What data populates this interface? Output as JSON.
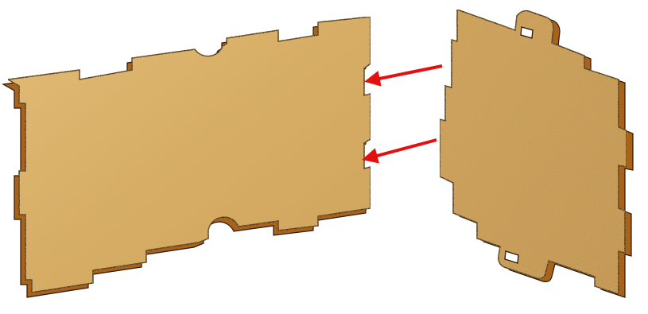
{
  "scene": {
    "background": "#ffffff",
    "panels": [
      {
        "name": "left-panel",
        "description_icon": "slotted-mdf-board",
        "notches": [
          "top",
          "top-semicircle-cutout",
          "bottom",
          "bottom-semicircle-cutout",
          "right-edge-slots"
        ]
      },
      {
        "name": "right-panel",
        "description_icon": "tabbed-mdf-board",
        "tabs": [
          "top-tab-with-slot",
          "bottom-tab-with-slot",
          "left-edge-tabs",
          "right-edge-tabs"
        ]
      }
    ],
    "arrows": [
      {
        "name": "upper-arrow",
        "direction": "left"
      },
      {
        "name": "lower-arrow",
        "direction": "left"
      }
    ],
    "colors": {
      "face": "#d9ad63",
      "face_light": "#e8c47c",
      "face_dark": "#c89a50",
      "edge": "#a8621a",
      "edge_dark": "#7d4510",
      "outline": "#2a1606",
      "arrow": "#e31010"
    }
  }
}
